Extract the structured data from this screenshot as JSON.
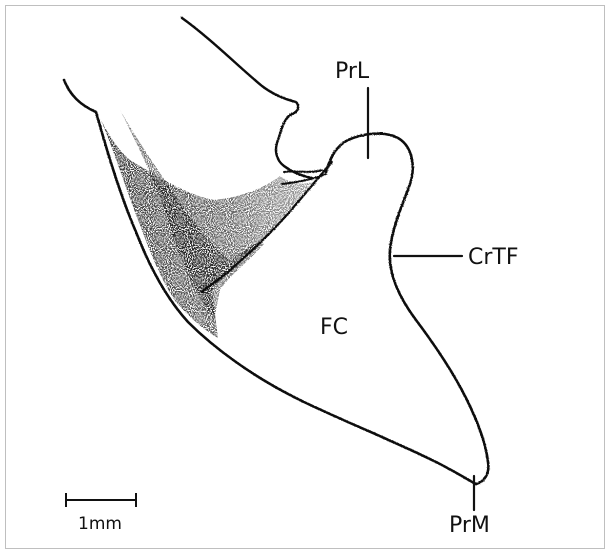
{
  "labels": {
    "prl": "PrL",
    "crtf": "CrTF",
    "fc": "FC",
    "prm": "PrM"
  },
  "scale_bar": {
    "label": "1mm"
  },
  "colors": {
    "ink": "#111111",
    "frame": "#bfbfbf",
    "background": "#ffffff"
  }
}
